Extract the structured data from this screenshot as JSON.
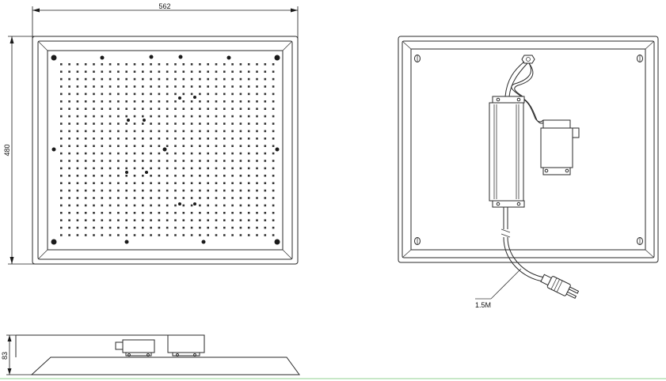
{
  "dimensions": {
    "width_label": "562",
    "height_label": "480",
    "side_height_label": "83",
    "cable_length_label": "1.5M"
  },
  "colors": {
    "line": "#2a2a2a",
    "background": "#ffffff",
    "bottom_rule": "#c8e8c8"
  }
}
